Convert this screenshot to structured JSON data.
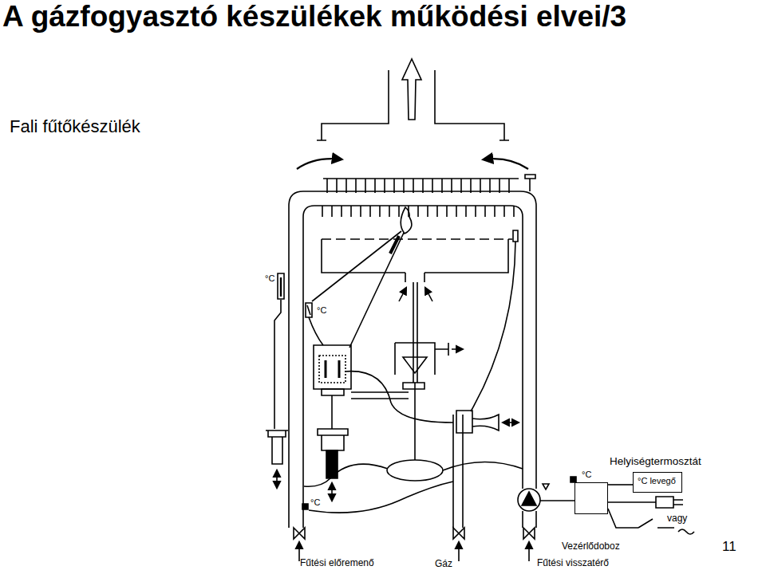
{
  "diagram": {
    "title": "A gázfogyasztó készülékek működési elvei/3",
    "nodes": [
      {
        "text": [
          "Vezérlődoboz"
        ]
      },
      {
        "text": [
          "Helyiségtermosztát",
          "°C levegő"
        ]
      }
    ],
    "edges": [
      {
        "from": 0,
        "to": 1,
        "arrow": "none"
      }
    ],
    "labels": [
      "Fali fűtőkészülék",
      "°C",
      "°C",
      "°C",
      "°C",
      "vagy",
      "Fűtési előremenő",
      "Gáz",
      "Fűtési visszatérő",
      "11"
    ]
  }
}
